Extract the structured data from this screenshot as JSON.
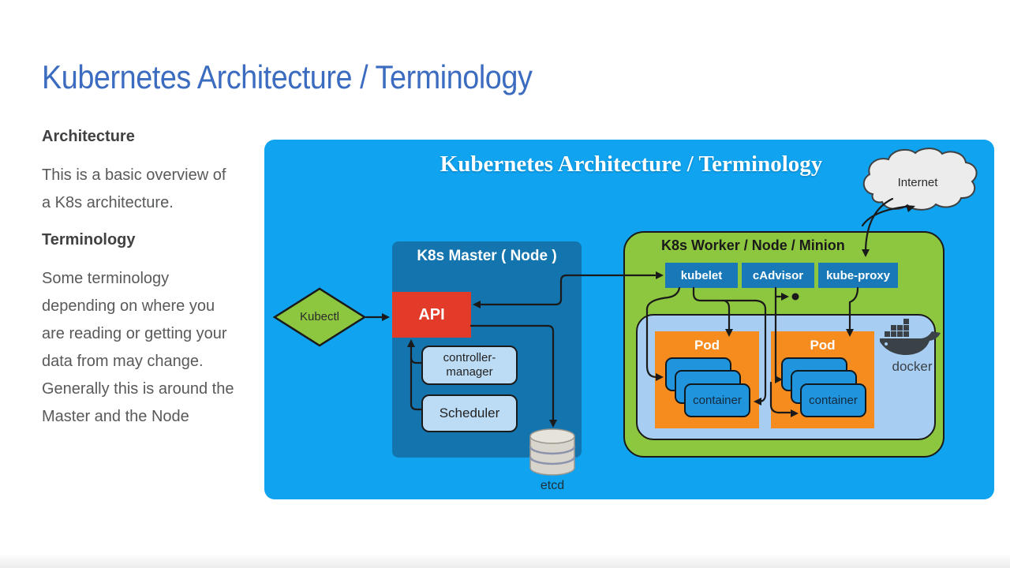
{
  "page": {
    "title": "Kubernetes Architecture / Terminology",
    "sections": [
      {
        "heading": "Architecture",
        "body": "This is a basic overview of\na K8s architecture."
      },
      {
        "heading": "Terminology",
        "body": "Some terminology\ndepending on where you\nare reading or getting your\ndata from may change.\nGenerally this is around the\nMaster and the Node"
      }
    ]
  },
  "diagram": {
    "title": "Kubernetes Architecture / Terminology",
    "internet": {
      "label": "Internet"
    },
    "kubectl": {
      "label": "Kubectl"
    },
    "master": {
      "title": "K8s Master ( Node )",
      "api": "API",
      "controller_manager": "controller-\nmanager",
      "scheduler": "Scheduler"
    },
    "etcd": {
      "label": "etcd"
    },
    "worker": {
      "title": "K8s Worker / Node / Minion",
      "services": [
        "kubelet",
        "cAdvisor",
        "kube-proxy"
      ],
      "pods": [
        {
          "label": "Pod",
          "container": "container"
        },
        {
          "label": "Pod",
          "container": "container"
        }
      ],
      "docker": {
        "label": "docker"
      }
    },
    "colors": {
      "title_blue": "#3c6cc0",
      "panel_blue": "#0fa3f0",
      "master_blue": "#1474ad",
      "service_blue": "#1878b8",
      "api_red": "#e23b2a",
      "worker_green": "#8dc63f",
      "pod_orange": "#f68b1e",
      "container_blue": "#2095dd",
      "inner_blue": "#a8cdf2",
      "light_box_blue": "#bcdcf6"
    }
  }
}
